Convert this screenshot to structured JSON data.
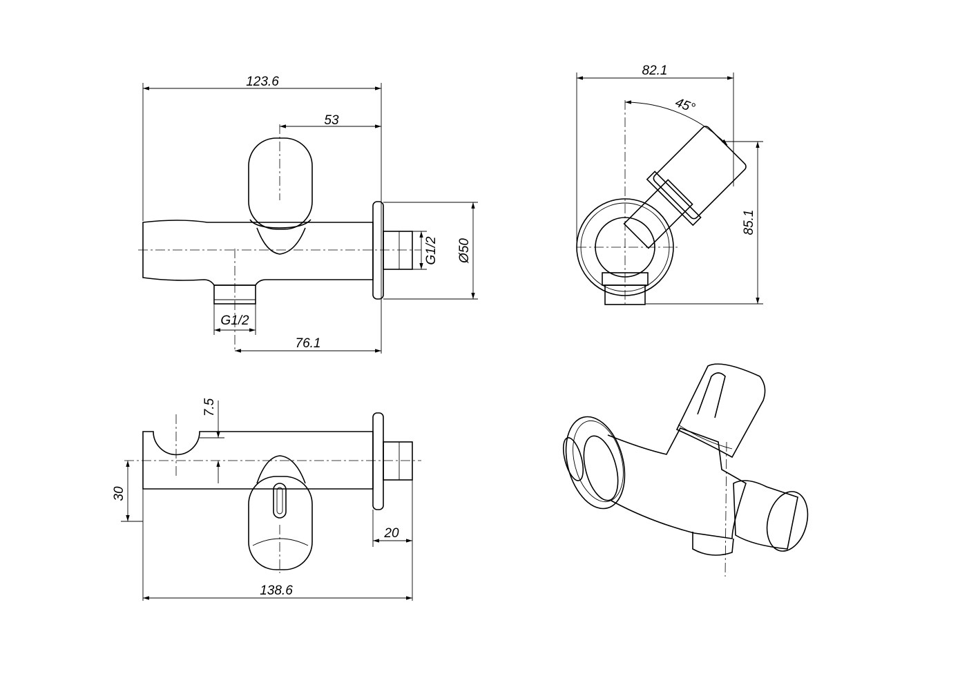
{
  "drawing": {
    "front_view": {
      "width_total": "123.6",
      "knob_offset": "53",
      "outlet_thread_right": "G1/2",
      "flange_diameter": "Ø50",
      "outlet_thread_bottom": "G1/2",
      "outlet_offset": "76.1"
    },
    "side_view": {
      "width": "82.1",
      "angle": "45°",
      "height": "85.1"
    },
    "top_view": {
      "holder_offset": "7.5",
      "holder_height": "30",
      "flange_depth": "20",
      "length_total": "138.6"
    },
    "colors": {
      "line": "#000000",
      "background": "#ffffff"
    }
  }
}
